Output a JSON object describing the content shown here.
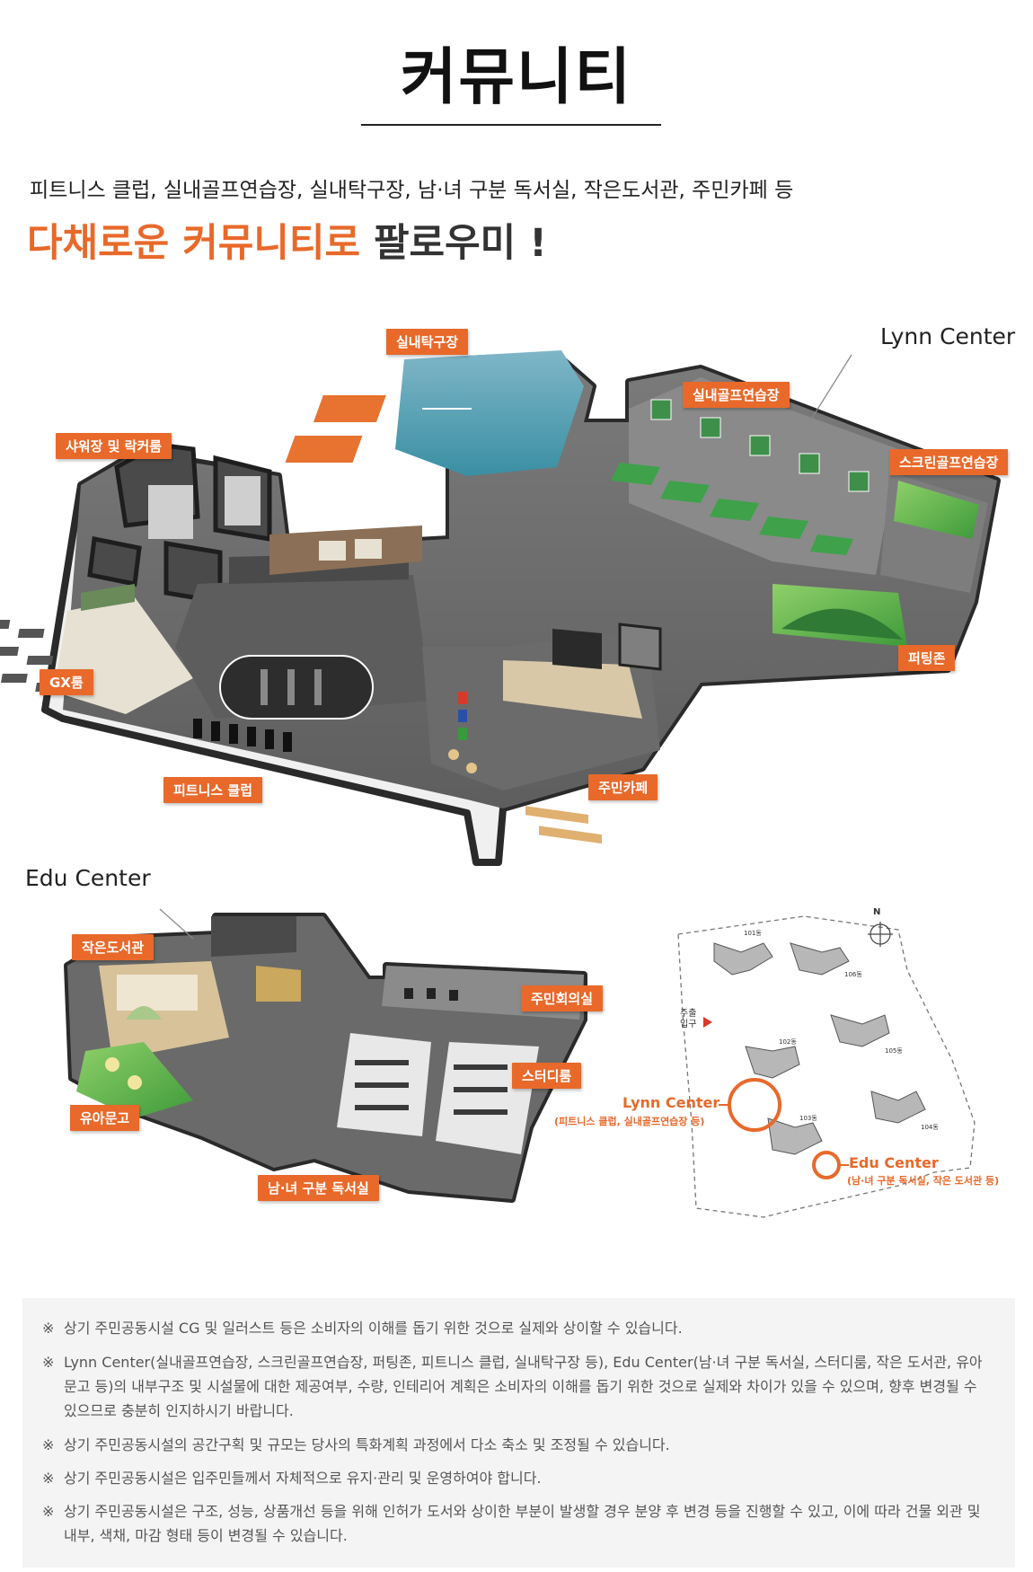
{
  "page": {
    "title": "커뮤니티",
    "subtitle": "피트니스 클럽, 실내골프연습장, 실내탁구장, 남·녀 구분 독서실, 작은도서관, 주민카페 등",
    "headline_orange_1": "다채로운 ",
    "headline_orange_2": "커뮤니티로",
    "headline_dark": " 팔로우미 !"
  },
  "lynn_center": {
    "name": "Lynn Center",
    "labels": {
      "table_tennis": "실내탁구장",
      "indoor_golf": "실내골프연습장",
      "shower": "샤워장 및 락커룸",
      "screen_golf": "스크린골프연습장",
      "gx": "GX룸",
      "putting": "퍼팅존",
      "fitness": "피트니스 클럽",
      "cafe": "주민카페"
    }
  },
  "edu_center": {
    "name": "Edu Center",
    "labels": {
      "library": "작은도서관",
      "meeting": "주민회의실",
      "study": "스터디룸",
      "kids": "유아문고",
      "reading": "남·녀 구분 독서실"
    }
  },
  "site_plan": {
    "north": "N",
    "entrance": "주출\n입구",
    "buildings": [
      "101동",
      "106동",
      "102동",
      "105동",
      "103동",
      "104동"
    ],
    "lynn_label": "Lynn Center",
    "lynn_sub": "(피트니스 클럽, 실내골프연습장 등)",
    "edu_label": "Edu Center",
    "edu_sub": "(남·녀 구분 독서실, 작은 도서관 등)"
  },
  "notes": {
    "mark": "※",
    "items": [
      "상기 주민공동시설 CG 및 일러스트 등은 소비자의 이해를 돕기 위한 것으로 실제와 상이할 수 있습니다.",
      "Lynn Center(실내골프연습장, 스크린골프연습장, 퍼팅존, 피트니스 클럽, 실내탁구장 등), Edu Center(남·녀 구분 독서실, 스터디룸, 작은 도서관, 유아문고 등)의 내부구조 및 시설물에 대한 제공여부, 수량, 인테리어 계획은 소비자의 이해를 돕기 위한 것으로 실제와 차이가 있을 수 있으며, 향후 변경될 수 있으므로 충분히 인지하시기 바랍니다.",
      "상기 주민공동시설의 공간구획 및 규모는 당사의 특화계획 과정에서 다소 축소 및 조정될 수 있습니다.",
      "상기 주민공동시설은 입주민들께서 자체적으로 유지·관리 및 운영하여야 합니다.",
      "상기 주민공동시설은 구조, 성능, 상품개선 등을 위해 인허가 도서와 상이한 부분이 발생할 경우 분양 후 변경 등을 진행할 수 있고, 이에 따라 건물 외관 및 내부, 색채, 마감 형태 등이 변경될 수 있습니다."
    ]
  }
}
